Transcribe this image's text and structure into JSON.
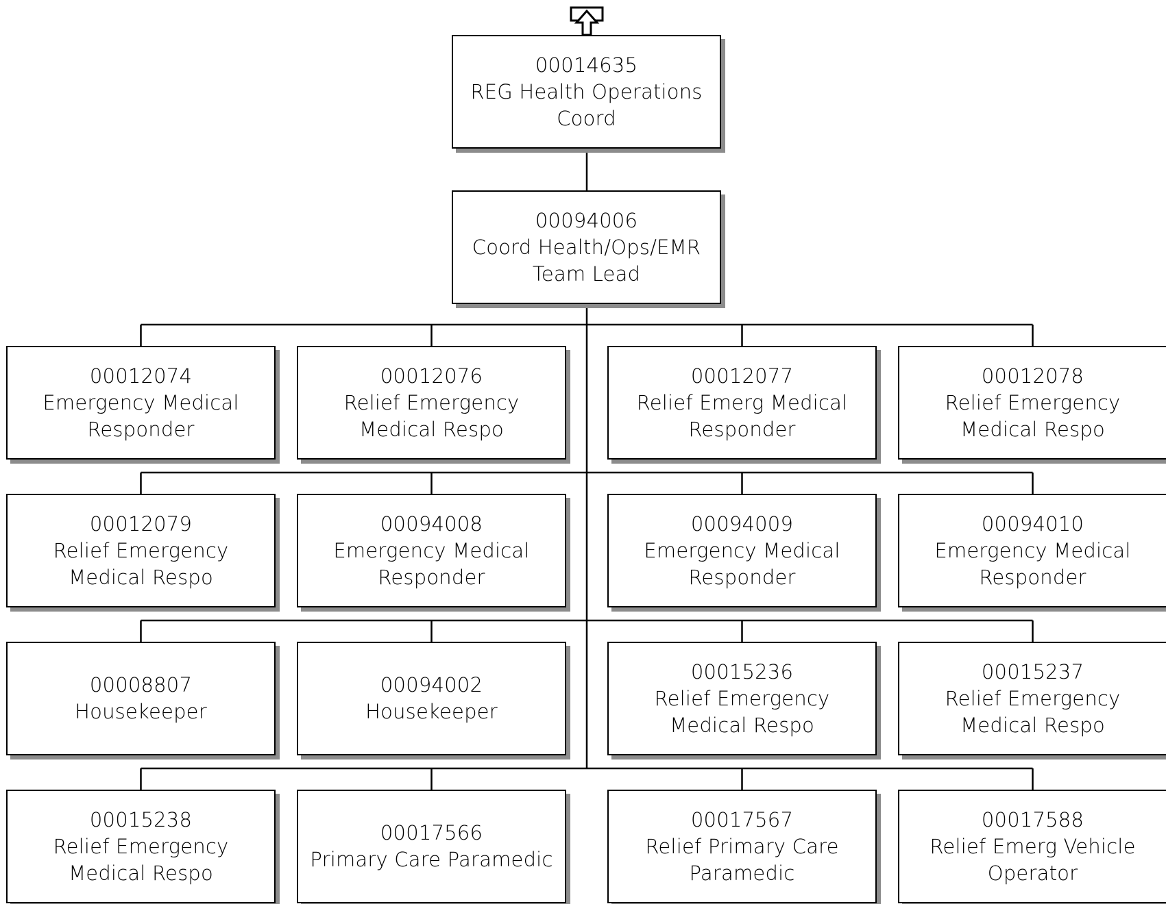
{
  "navigation": {
    "up_icon": "up-arrow-icon"
  },
  "root": {
    "id": "00014635",
    "title": "REG Health Operations Coord"
  },
  "lead": {
    "id": "00094006",
    "title": "Coord Health/Ops/EMR Team Lead"
  },
  "positions": [
    {
      "id": "00012074",
      "title": "Emergency Medical Responder"
    },
    {
      "id": "00012076",
      "title": "Relief Emergency Medical Respo"
    },
    {
      "id": "00012077",
      "title": "Relief Emerg Medical Responder"
    },
    {
      "id": "00012078",
      "title": "Relief Emergency Medical Respo"
    },
    {
      "id": "00012079",
      "title": "Relief Emergency Medical Respo"
    },
    {
      "id": "00094008",
      "title": "Emergency Medical Responder"
    },
    {
      "id": "00094009",
      "title": "Emergency Medical Responder"
    },
    {
      "id": "00094010",
      "title": "Emergency Medical Responder"
    },
    {
      "id": "00008807",
      "title": "Housekeeper"
    },
    {
      "id": "00094002",
      "title": "Housekeeper"
    },
    {
      "id": "00015236",
      "title": "Relief Emergency Medical Respo"
    },
    {
      "id": "00015237",
      "title": "Relief Emergency Medical Respo"
    },
    {
      "id": "00015238",
      "title": "Relief Emergency Medical Respo"
    },
    {
      "id": "00017566",
      "title": "Primary Care Paramedic"
    },
    {
      "id": "00017567",
      "title": "Relief Primary Care Paramedic"
    },
    {
      "id": "00017588",
      "title": "Relief Emerg Vehicle Operator"
    }
  ]
}
